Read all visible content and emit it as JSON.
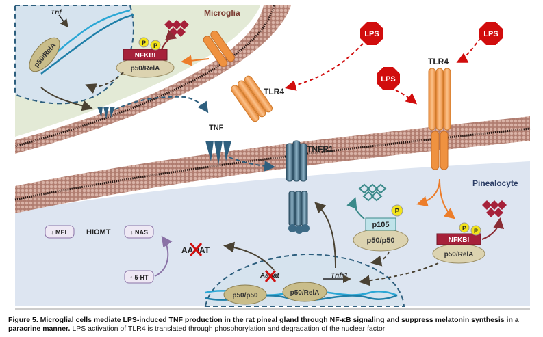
{
  "labels": {
    "microglia": "Microglia",
    "pinealocyte": "Pinealocyte",
    "tlr4_microglia": "TLR4",
    "tlr4_pinealocyte": "TLR4",
    "tnf": "TNF",
    "tnfr1": "TNFR1",
    "lps": "LPS",
    "tnf_gene": "Tnf",
    "p50_rela": "p50/RelA",
    "nfkbi": "NFKBI",
    "p": "P",
    "p105": "p105",
    "p50_p50": "p50/p50",
    "hiomt": "HIOMT",
    "mel": "↓ MEL",
    "nas": "↓ NAS",
    "five_ht": "↑ 5-HT",
    "aanat_protein": "AANAT",
    "aanat_gene": "Aanat",
    "tnfr1_gene": "Tnfr1"
  },
  "caption": {
    "bold": "Figure 5. Microglial cells mediate LPS-induced TNF production in the rat pineal gland through NF-κB signaling and suppress melatonin synthesis in a paracrine manner.",
    "text": " LPS activation of TLR4 is translated through phosphorylation and degradation of the nuclear factor"
  },
  "colors": {
    "microglia_bg": "#e3ead6",
    "pinealocyte_bg": "#dde5f1",
    "membrane": "#a86f62",
    "lps_red": "#d10d0d",
    "tlr4_orange": "#f5a660",
    "tnf_blue": "#2e5f7e",
    "nfkbi_red": "#a6213a",
    "dna_blue": "#2ba7d5",
    "phospho_yellow": "#f3e41a",
    "p50_beige": "#dcd3b0"
  }
}
